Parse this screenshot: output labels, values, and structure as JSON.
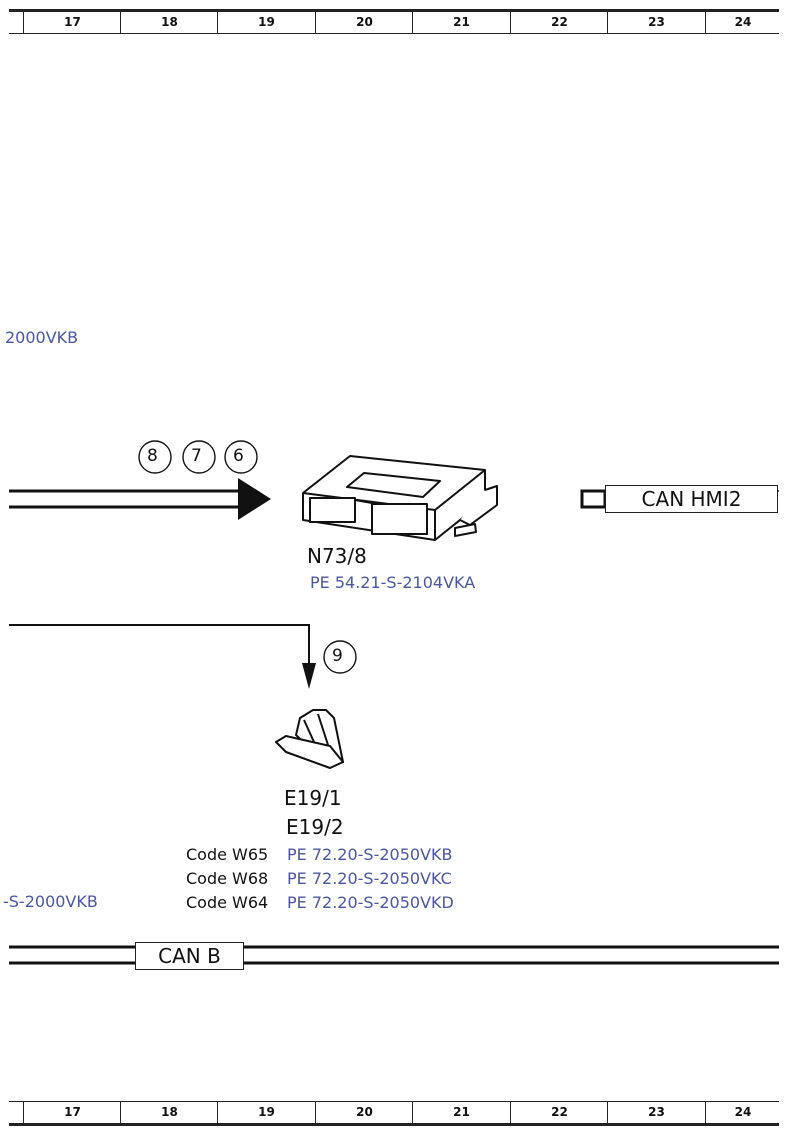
{
  "ruler": {
    "columns": [
      "17",
      "18",
      "19",
      "20",
      "21",
      "22",
      "23",
      "24"
    ]
  },
  "refs": {
    "left_top": "2000VKB",
    "left_bottom": "-S-2000VKB"
  },
  "module": {
    "name": "N73/8",
    "doc": "PE 54.21-S-2104VKA",
    "callouts": [
      "8",
      "7",
      "6"
    ]
  },
  "can_hmi2": {
    "label": "CAN HMI2"
  },
  "lamp": {
    "callout": "9",
    "names": [
      "E19/1",
      "E19/2"
    ],
    "codes": [
      {
        "code": "Code W65",
        "doc": "PE 72.20-S-2050VKB"
      },
      {
        "code": "Code W68",
        "doc": "PE 72.20-S-2050VKC"
      },
      {
        "code": "Code W64",
        "doc": "PE 72.20-S-2050VKD"
      }
    ]
  },
  "can_b": {
    "label": "CAN B"
  }
}
